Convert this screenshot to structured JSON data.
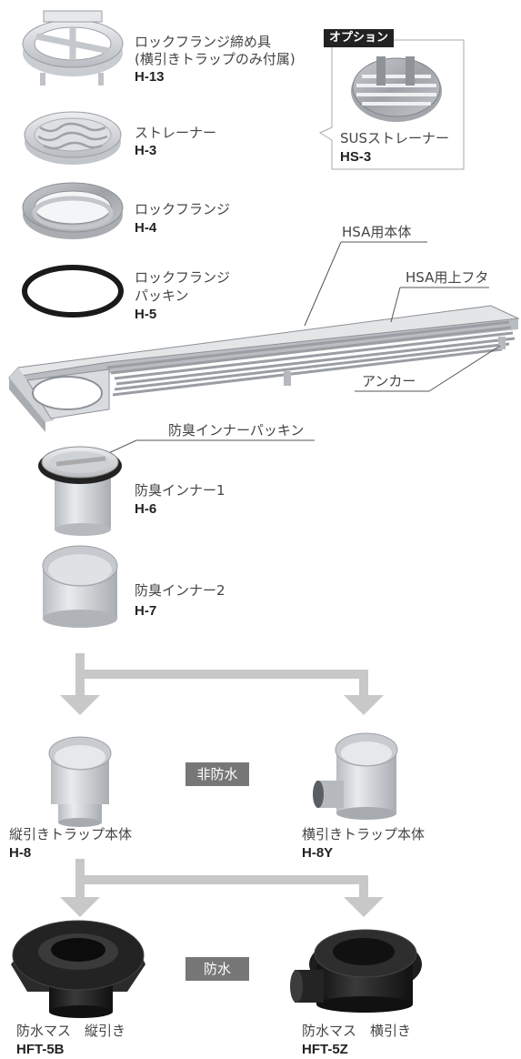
{
  "parts": {
    "h13": {
      "name_line1": "ロックフランジ締め具",
      "name_line2": "(横引きトラップのみ付属)",
      "code": "H-13"
    },
    "h3": {
      "name": "ストレーナー",
      "code": "H-3"
    },
    "h4": {
      "name": "ロックフランジ",
      "code": "H-4"
    },
    "h5": {
      "name_line1": "ロックフランジ",
      "name_line2": "パッキン",
      "code": "H-5"
    },
    "body": {
      "label_body": "HSA用本体",
      "label_lid": "HSA用上フタ",
      "label_anchor": "アンカー"
    },
    "gasket": {
      "name": "防臭インナーパッキン"
    },
    "h6": {
      "name": "防臭インナー1",
      "code": "H-6"
    },
    "h7": {
      "name": "防臭インナー2",
      "code": "H-7"
    },
    "h8": {
      "name": "縦引きトラップ本体",
      "code": "H-8"
    },
    "h8y": {
      "name": "横引きトラップ本体",
      "code": "H-8Y"
    },
    "hft5b": {
      "name": "防水マス　縦引き",
      "code": "HFT-5B"
    },
    "hft5z": {
      "name": "防水マス　横引き",
      "code": "HFT-5Z"
    }
  },
  "option": {
    "badge": "オプション",
    "name": "SUSストレーナー",
    "code": "HS-3"
  },
  "badges": {
    "non_waterproof": "非防水",
    "waterproof": "防水"
  },
  "colors": {
    "arrow": "#c8c8c8",
    "badge": "#777777",
    "option_badge": "#222222",
    "part_gray": "#d4d6d8",
    "black_part": "#1e1e1e"
  },
  "icons": [
    "flange-clamp-icon",
    "strainer-icon",
    "lock-flange-icon",
    "gasket-ring-icon",
    "drain-body-icon",
    "trap-icon",
    "waterproof-basin-icon",
    "arrow-down-icon"
  ]
}
